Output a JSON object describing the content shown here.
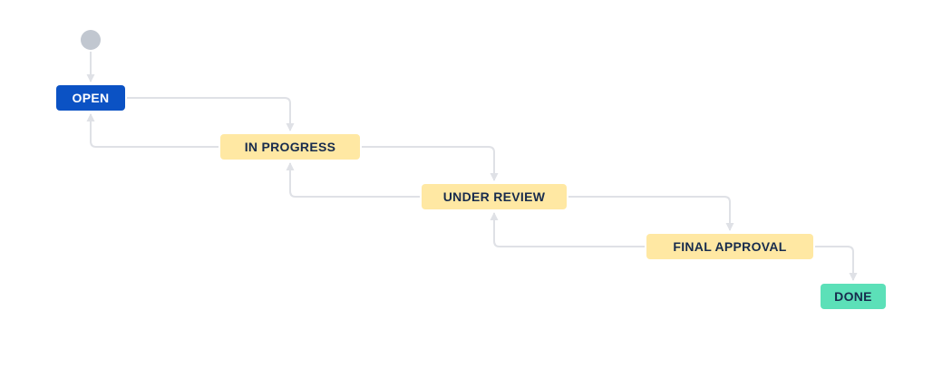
{
  "diagram": {
    "type": "workflow",
    "nodes": [
      {
        "id": "open",
        "label": "OPEN",
        "bg": "#0B52C4",
        "text": "#FFFFFF"
      },
      {
        "id": "in-progress",
        "label": "IN PROGRESS",
        "bg": "#FFE8A3",
        "text": "#172B4D"
      },
      {
        "id": "under-review",
        "label": "UNDER REVIEW",
        "bg": "#FFE8A3",
        "text": "#172B4D"
      },
      {
        "id": "final-approval",
        "label": "FINAL APPROVAL",
        "bg": "#FFE8A3",
        "text": "#172B4D"
      },
      {
        "id": "done",
        "label": "DONE",
        "bg": "#5CE0B8",
        "text": "#172B4D"
      }
    ],
    "edges": [
      {
        "from": "start",
        "to": "open"
      },
      {
        "from": "open",
        "to": "in-progress"
      },
      {
        "from": "in-progress",
        "to": "open"
      },
      {
        "from": "in-progress",
        "to": "under-review"
      },
      {
        "from": "under-review",
        "to": "in-progress"
      },
      {
        "from": "under-review",
        "to": "final-approval"
      },
      {
        "from": "final-approval",
        "to": "under-review"
      },
      {
        "from": "final-approval",
        "to": "done"
      }
    ],
    "colors": {
      "arrow": "#DFE1E6",
      "start_node": "#C1C7D0",
      "background": "#FFFFFF"
    }
  }
}
